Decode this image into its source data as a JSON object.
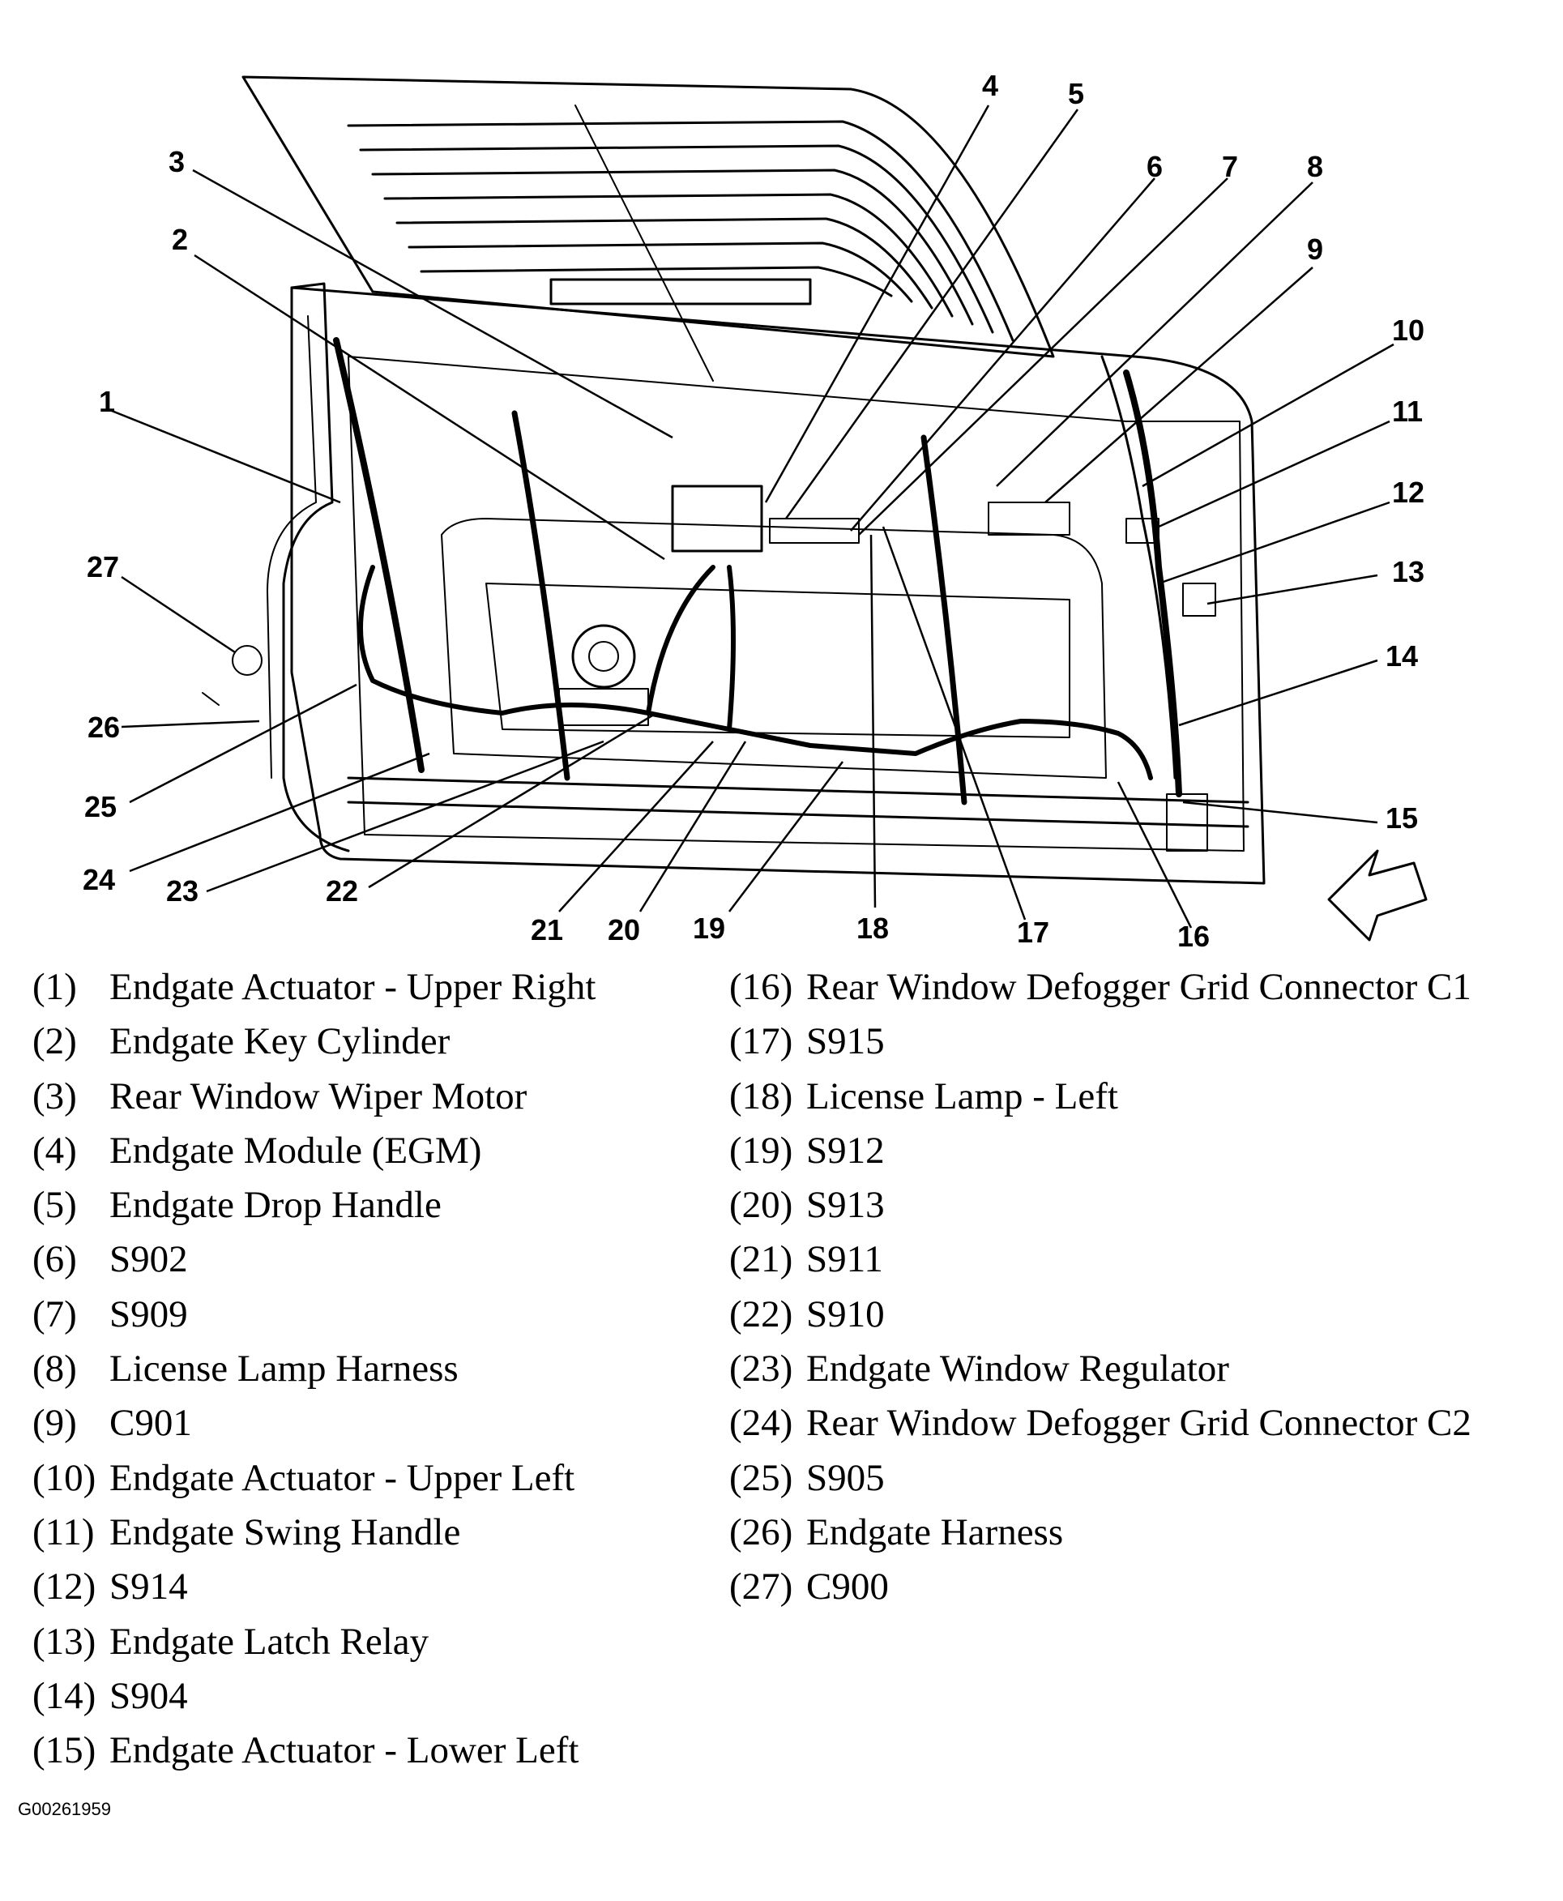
{
  "callouts": [
    "1",
    "2",
    "3",
    "4",
    "5",
    "6",
    "7",
    "8",
    "9",
    "10",
    "11",
    "12",
    "13",
    "14",
    "15",
    "16",
    "17",
    "18",
    "19",
    "20",
    "21",
    "22",
    "23",
    "24",
    "25",
    "26",
    "27"
  ],
  "legend": [
    {
      "num": "(1)",
      "label": "Endgate Actuator - Upper Right"
    },
    {
      "num": "(2)",
      "label": "Endgate Key Cylinder"
    },
    {
      "num": "(3)",
      "label": "Rear Window Wiper Motor"
    },
    {
      "num": "(4)",
      "label": "Endgate Module (EGM)"
    },
    {
      "num": "(5)",
      "label": "Endgate Drop Handle"
    },
    {
      "num": "(6)",
      "label": "S902"
    },
    {
      "num": "(7)",
      "label": "S909"
    },
    {
      "num": "(8)",
      "label": "License Lamp Harness"
    },
    {
      "num": "(9)",
      "label": "C901"
    },
    {
      "num": "(10)",
      "label": "Endgate Actuator - Upper Left"
    },
    {
      "num": "(11)",
      "label": "Endgate Swing Handle"
    },
    {
      "num": "(12)",
      "label": "S914"
    },
    {
      "num": "(13)",
      "label": "Endgate Latch Relay"
    },
    {
      "num": "(14)",
      "label": "S904"
    },
    {
      "num": "(15)",
      "label": "Endgate Actuator - Lower Left"
    },
    {
      "num": "(16)",
      "label": "Rear Window Defogger Grid Connector C1"
    },
    {
      "num": "(17)",
      "label": "S915"
    },
    {
      "num": "(18)",
      "label": "License Lamp - Left"
    },
    {
      "num": "(19)",
      "label": "S912"
    },
    {
      "num": "(20)",
      "label": "S913"
    },
    {
      "num": "(21)",
      "label": "S911"
    },
    {
      "num": "(22)",
      "label": "S910"
    },
    {
      "num": "(23)",
      "label": "Endgate Window Regulator"
    },
    {
      "num": "(24)",
      "label": "Rear Window Defogger Grid Connector C2"
    },
    {
      "num": "(25)",
      "label": "S905"
    },
    {
      "num": "(26)",
      "label": "Endgate Harness"
    },
    {
      "num": "(27)",
      "label": "C900"
    }
  ],
  "figure_code": "G00261959"
}
